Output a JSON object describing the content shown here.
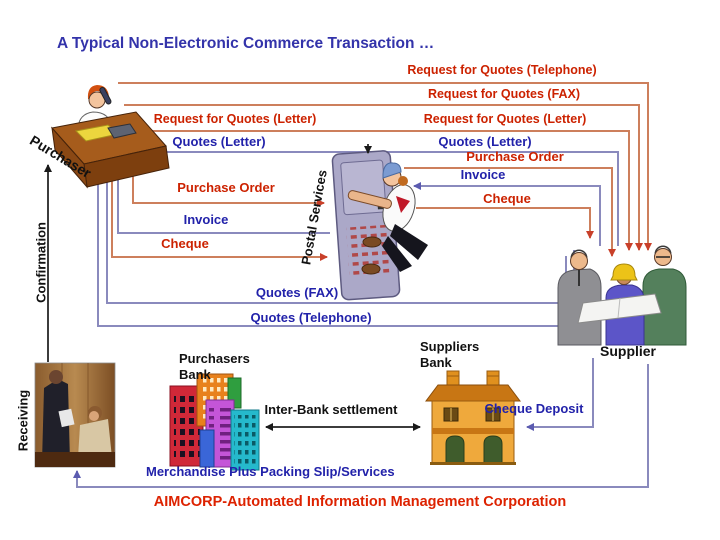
{
  "slide": {
    "title": "A Typical Non-Electronic Commerce Transaction …",
    "footer": "AIMCORP-Automated Information Management Corporation"
  },
  "actors": {
    "purchaser": "Purchaser",
    "postal_services": "Postal Services",
    "supplier": "Supplier",
    "purchasers_bank": "Purchasers\nBank",
    "suppliers_bank": "Suppliers\nBank",
    "confirmation": "Confirmation",
    "receiving": "Receiving"
  },
  "flows": {
    "rfq_telephone": "Request for Quotes (Telephone)",
    "rfq_fax": "Request for Quotes (FAX)",
    "rfq_letter_left": "Request for Quotes (Letter)",
    "rfq_letter_right": "Request for Quotes (Letter)",
    "quotes_letter_left": "Quotes (Letter)",
    "quotes_letter_right": "Quotes (Letter)",
    "purchase_order_left": "Purchase Order",
    "purchase_order_right": "Purchase Order",
    "invoice_left": "Invoice",
    "invoice_right": "Invoice",
    "cheque_left": "Cheque",
    "cheque_right": "Cheque",
    "quotes_fax": "Quotes (FAX)",
    "quotes_telephone": "Quotes (Telephone)",
    "inter_bank_settlement": "Inter-Bank settlement",
    "cheque_deposit": "Cheque Deposit",
    "merchandise": "Merchandise Plus Packing Slip/Services"
  },
  "colors": {
    "title_blue": "#3333aa",
    "label_red": "#cc2200",
    "label_blue": "#2222aa",
    "footer_red": "#dd2200",
    "line_orange": "#cd7f5c",
    "line_purple": "#8a8abd",
    "arrow_red": "#c9402a"
  }
}
